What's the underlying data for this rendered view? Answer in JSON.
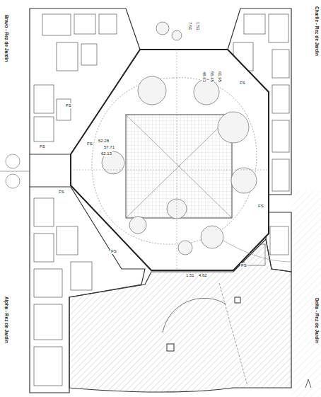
{
  "diagram": {
    "labels": [
      "Bravo - Rez de Jardin",
      "Charlie - Rez de Jardin",
      "Alpha - Rez de Jardin",
      "Delta - Rez de Jardin",
      "52.28",
      "57.71",
      "62.13",
      "48.63",
      "55.45",
      "61.95",
      "7.51",
      "1.53",
      "1.51",
      "4.62",
      "FS",
      "FS",
      "FS",
      "FS",
      "FS",
      "FS",
      "FS",
      "FS"
    ]
  }
}
